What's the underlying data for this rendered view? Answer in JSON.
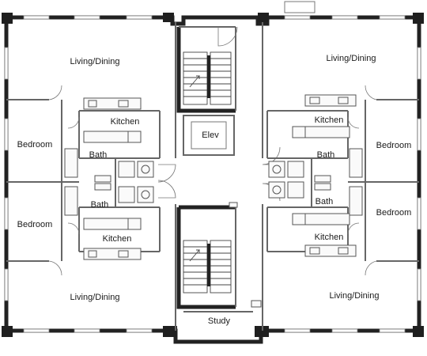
{
  "plan": {
    "rooms": {
      "living_dining_nw": "Living/Dining",
      "living_dining_ne": "Living/Dining",
      "living_dining_sw": "Living/Dining",
      "living_dining_se": "Living/Dining",
      "kitchen_nw": "Kitchen",
      "kitchen_ne": "Kitchen",
      "kitchen_sw": "Kitchen",
      "kitchen_se": "Kitchen",
      "bedroom_nw": "Bedroom",
      "bedroom_ne": "Bedroom",
      "bedroom_sw": "Bedroom",
      "bedroom_se": "Bedroom",
      "bath_nw": "Bath",
      "bath_ne": "Bath",
      "bath_sw": "Bath",
      "bath_se": "Bath",
      "elevator": "Elev",
      "study": "Study"
    }
  }
}
